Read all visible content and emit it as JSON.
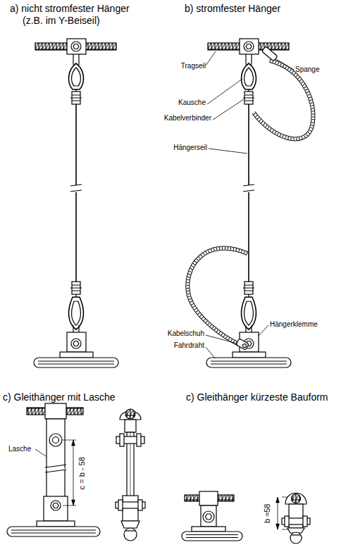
{
  "diagram": {
    "labels": [
      "a) nicht stromfester Hänger",
      "(z.B. im Y-Beiseil)",
      "b) stromfester Hänger",
      "Tragseil",
      "Spange",
      "Kausche",
      "Kabelverbinder",
      "Hängerseil",
      "Hängerklemme",
      "Kabelschuh",
      "Fahrdraht",
      "c) Gleithänger mit Lasche",
      "c) Gleithänger kürzeste Bauform",
      "Lasche",
      "c = b - 58",
      "b ≈58"
    ]
  }
}
